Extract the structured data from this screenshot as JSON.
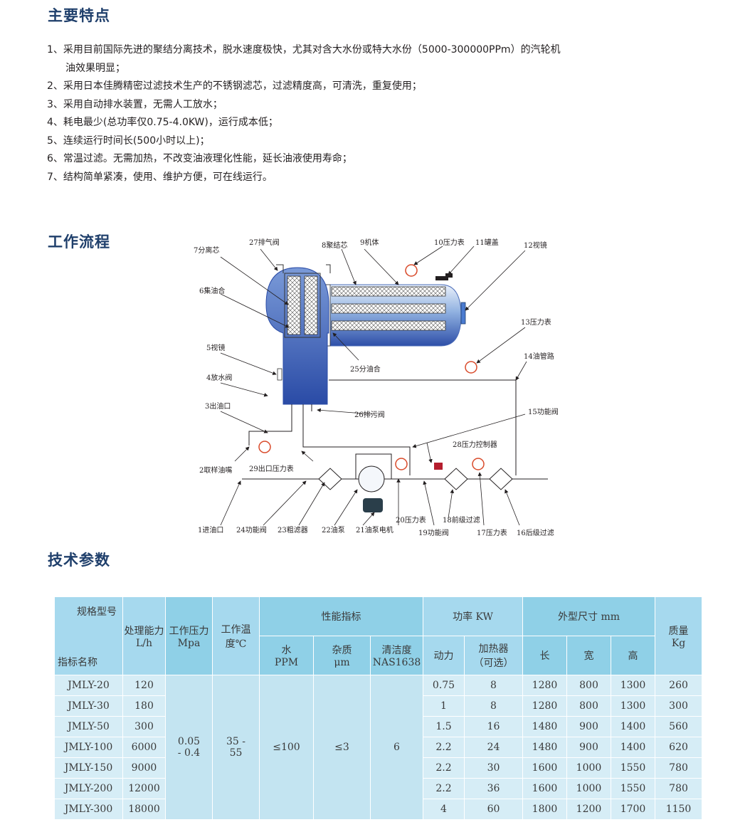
{
  "sections": {
    "features_title": "主要特点",
    "process_title": "工作流程",
    "specs_title": "技术参数"
  },
  "features": [
    {
      "num": "1、",
      "text": "采用目前国际先进的聚结分离技术，脱水速度极快，尤其对含大水份或特大水份（5000-300000PPm）的汽轮机",
      "cont": "油效果明显；"
    },
    {
      "num": "2、",
      "text": "采用日本佳腾精密过滤技术生产的不锈钢滤芯，过滤精度高，可清洗，重复使用；"
    },
    {
      "num": "3、",
      "text": "采用自动排水装置，无需人工放水；"
    },
    {
      "num": "4、",
      "text": "耗电最少(总功率仅0.75-4.0KW)，运行成本低；"
    },
    {
      "num": "5、",
      "text": "连续运行时间长(500小时以上)；"
    },
    {
      "num": "6、",
      "text": "常温过滤。无需加热，不改变油液理化性能，延长油液使用寿命；"
    },
    {
      "num": "7、",
      "text": "结构简单紧凑，使用、维护方便，可在线运行。"
    }
  ],
  "diagram_labels": {
    "l1": "1进油口",
    "l2": "2取样油嘴",
    "l3": "3出油口",
    "l4": "4放水阀",
    "l5": "5视镜",
    "l6": "6集油合",
    "l7": "7分离芯",
    "l8": "8聚结芯",
    "l9": "9机体",
    "l10": "10压力表",
    "l11": "11罐盖",
    "l12": "12视镜",
    "l13": "13压力表",
    "l14": "14油管路",
    "l15": "15功能阀",
    "l16": "16后级过滤",
    "l17": "17压力表",
    "l18": "18前级过滤",
    "l19": "19功能阀",
    "l20": "20压力表",
    "l21": "21油泵电机",
    "l22": "22油泵",
    "l23": "23粗滤器",
    "l24": "24功能阀",
    "l25": "25分油合",
    "l26": "26排污阀",
    "l27": "27排气阀",
    "l28": "28压力控制器",
    "l29": "29出口压力表"
  },
  "table": {
    "header": {
      "spec_model": "规格型号",
      "index_name": "指标名称",
      "capacity": "处理能力",
      "capacity_unit": "L/h",
      "pressure": "工作压力",
      "pressure_unit": "Mpa",
      "temp_a": "工作温",
      "temp_b": "度℃",
      "performance": "性能指标",
      "water": "水",
      "water_unit": "PPM",
      "impurity": "杂质",
      "impurity_unit": "μm",
      "cleanliness": "清洁度",
      "cleanliness_unit": "NAS1638",
      "power": "功率 KW",
      "power_drive": "动力",
      "heater": "加热器",
      "heater_note": "（可选）",
      "dimensions": "外型尺寸 mm",
      "length": "长",
      "width": "宽",
      "height": "高",
      "mass": "质量",
      "mass_unit": "Kg"
    },
    "merged": {
      "pressure_a": "0.05",
      "pressure_b": "- 0.4",
      "temp_a": "35 -",
      "temp_b": "55",
      "water": "≤100",
      "impurity": "≤3",
      "cleanliness": "6"
    },
    "rows": [
      {
        "model": "JMLY-20",
        "capacity": "120",
        "power": "0.75",
        "heater": "8",
        "length": "1280",
        "width": "800",
        "height": "1300",
        "mass": "260"
      },
      {
        "model": "JMLY-30",
        "capacity": "180",
        "power": "1",
        "heater": "8",
        "length": "1280",
        "width": "800",
        "height": "1300",
        "mass": "300"
      },
      {
        "model": "JMLY-50",
        "capacity": "300",
        "power": "1.5",
        "heater": "16",
        "length": "1480",
        "width": "900",
        "height": "1400",
        "mass": "560"
      },
      {
        "model": "JMLY-100",
        "capacity": "6000",
        "power": "2.2",
        "heater": "24",
        "length": "1480",
        "width": "900",
        "height": "1400",
        "mass": "620"
      },
      {
        "model": "JMLY-150",
        "capacity": "9000",
        "power": "2.2",
        "heater": "30",
        "length": "1600",
        "width": "1000",
        "height": "1550",
        "mass": "780"
      },
      {
        "model": "JMLY-200",
        "capacity": "12000",
        "power": "2.2",
        "heater": "36",
        "length": "1600",
        "width": "1000",
        "height": "1550",
        "mass": "780"
      },
      {
        "model": "JMLY-300",
        "capacity": "18000",
        "power": "4",
        "heater": "60",
        "length": "1800",
        "width": "1200",
        "height": "1700",
        "mass": "1150"
      }
    ]
  }
}
